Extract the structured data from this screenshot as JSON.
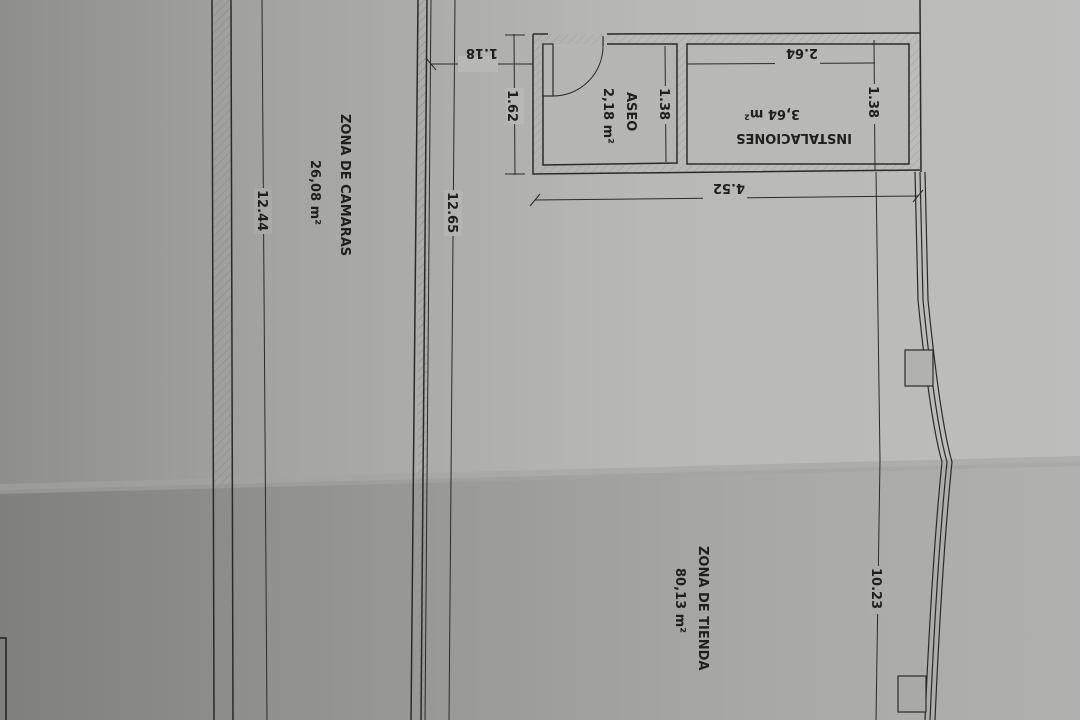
{
  "drawing": {
    "type": "architectural floor plan (photographed, rotated 90°)",
    "colors": {
      "paper_light": "#b9b9b7",
      "paper_shadow": "#9a9a98",
      "paper_dark_left": "#8c8c8a",
      "line": "#2a2a2a",
      "text": "#1f1f1f"
    },
    "rooms": [
      {
        "id": "instalaciones",
        "name": "INSTALACIONES",
        "area": "3,64 m²",
        "orientation": "upside-down"
      },
      {
        "id": "aseo",
        "name": "ASEO",
        "area": "2,18 m²",
        "orientation": "rotated-90"
      },
      {
        "id": "camaras",
        "name": "ZONA DE CAMARAS",
        "area": "26,08 m²",
        "orientation": "rotated-90"
      },
      {
        "id": "tienda",
        "name": "ZONA DE TIENDA",
        "area": "80,13 m²",
        "orientation": "rotated-90"
      }
    ],
    "dimensions": {
      "instalaciones_width": "2.64",
      "instalaciones_depth": "1.38",
      "aseo_depth": "1.38",
      "aseo_length": "1.62",
      "corridor_width": "1.18",
      "service_block_length": "4.52",
      "camaras_length_outer": "12.44",
      "camaras_length_inner": "12.65",
      "tienda_length": "10.23"
    }
  }
}
